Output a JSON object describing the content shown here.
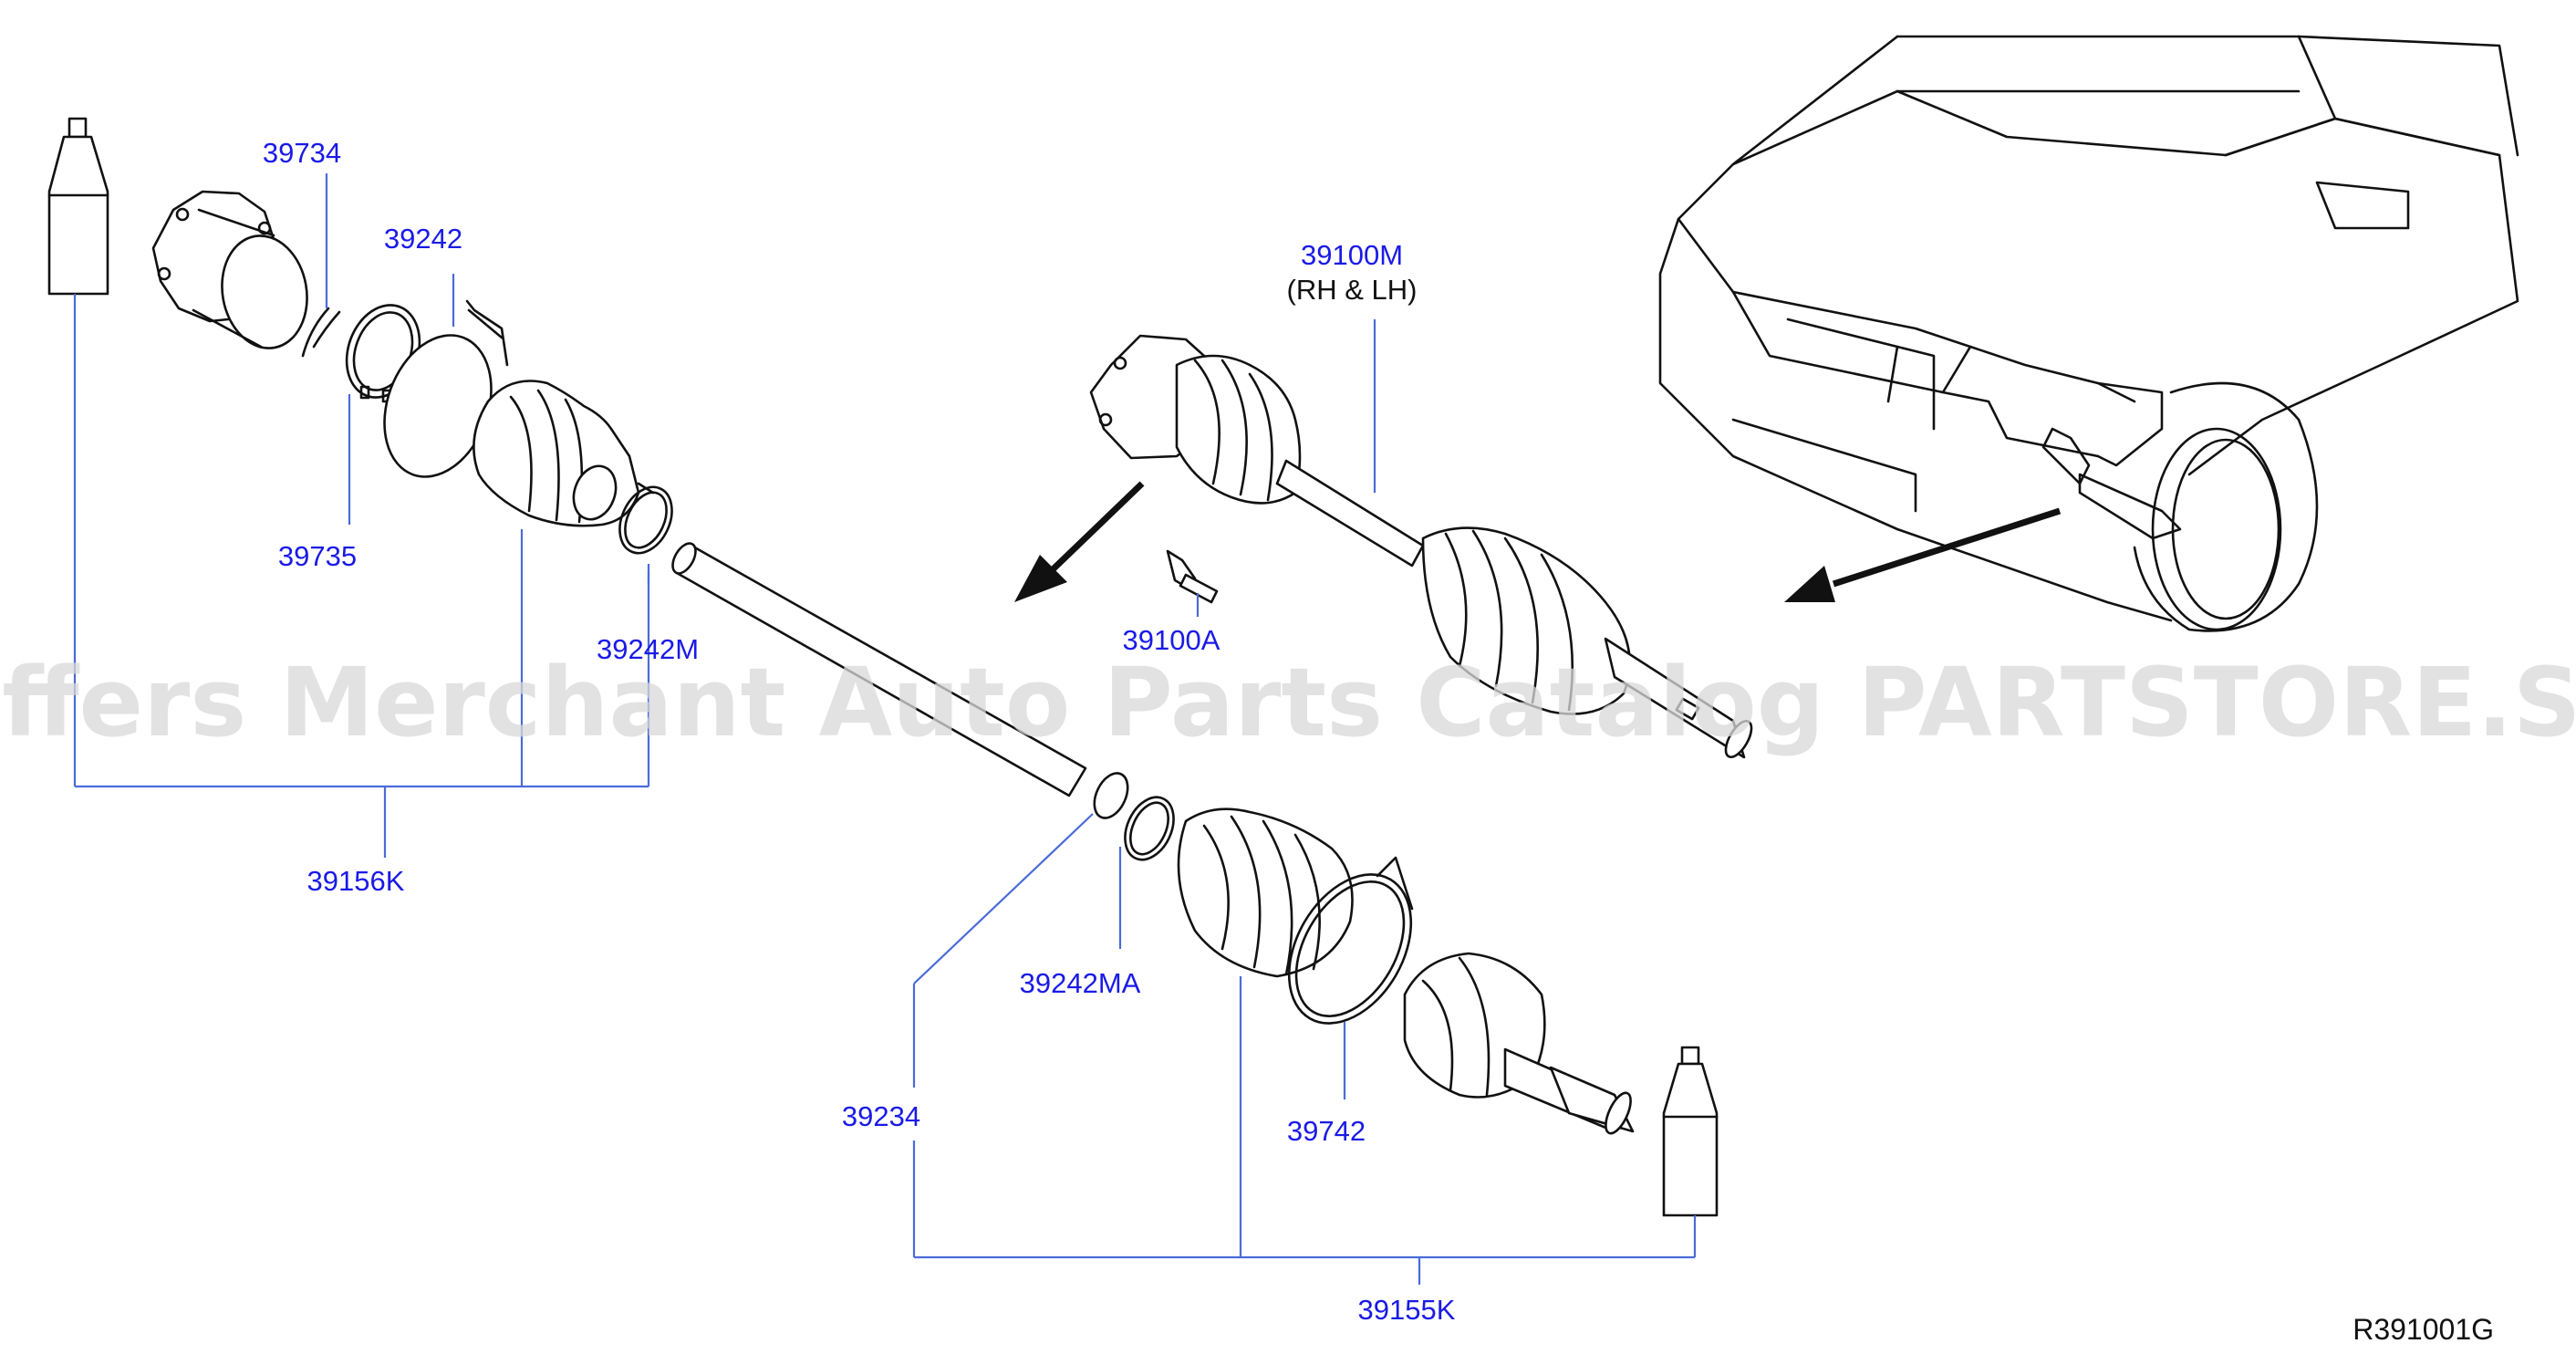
{
  "diagram": {
    "callouts": {
      "p39734": "39734",
      "p39242": "39242",
      "p39735": "39735",
      "p39242M": "39242M",
      "p39156K": "39156K",
      "p39100M": "39100M",
      "p39100M_side": "(RH  &  LH)",
      "p39100A": "39100A",
      "p39242MA": "39242MA",
      "p39234": "39234",
      "p39742": "39742",
      "p39155K": "39155K"
    },
    "figure_code": "R391001G",
    "watermark": "Offers Merchant Auto Parts Catalog PARTSTORE.SA",
    "colors": {
      "callout_text": "#1a1ae6",
      "leader_line": "#4a6bd8",
      "line_art": "#111111",
      "watermark": "#d9d9d9"
    }
  }
}
